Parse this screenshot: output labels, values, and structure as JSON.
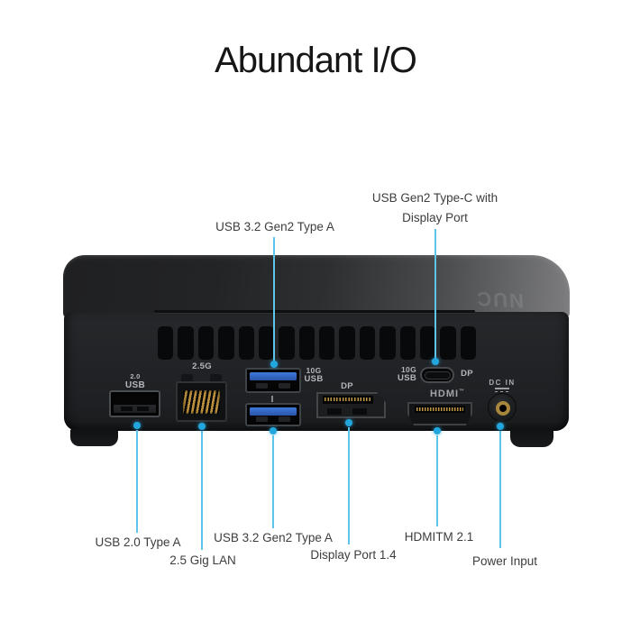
{
  "title": "Abundant I/O",
  "colors": {
    "accent": "#21a7de",
    "accentLine": "#5ec4ea",
    "labelText": "#3d3d3d",
    "portLabelText": "#b4b7b9",
    "titleText": "#161616"
  },
  "device": {
    "logo": "NUC",
    "port_labels": {
      "usb2_line1": "2.0",
      "usb2_line2": "USB",
      "lan": "2.5G",
      "usb3_line1": "10G",
      "usb3_line2": "USB",
      "usbc_line1": "10G",
      "usbc_line2": "USB",
      "usbc_dp": "DP",
      "dp": "DP",
      "hdmi": "HDMI",
      "hdmi_tm": "™",
      "dcin": "DC IN"
    }
  },
  "callouts_top": [
    {
      "label": "USB 3.2 Gen2 Type A"
    },
    {
      "label_line1": "USB Gen2 Type-C with",
      "label_line2": "Display Port"
    }
  ],
  "callouts_bottom": [
    {
      "label": "USB 2.0 Type A"
    },
    {
      "label": "2.5 Gig LAN"
    },
    {
      "label": "USB 3.2 Gen2 Type A"
    },
    {
      "label": "Display Port 1.4"
    },
    {
      "label": "HDMITM 2.1"
    },
    {
      "label": "Power Input"
    }
  ]
}
